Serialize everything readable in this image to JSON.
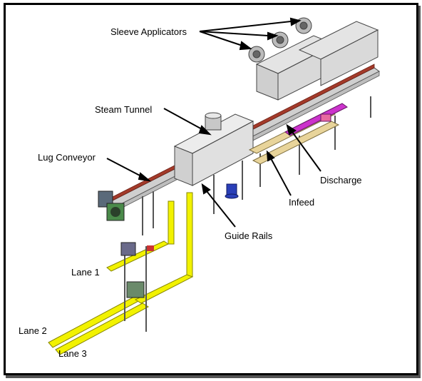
{
  "labels": {
    "sleeve_applicators": "Sleeve Applicators",
    "steam_tunnel": "Steam Tunnel",
    "lug_conveyor": "Lug Conveyor",
    "discharge": "Discharge",
    "infeed": "Infeed",
    "guide_rails": "Guide Rails",
    "lane1": "Lane 1",
    "lane2": "Lane 2",
    "lane3": "Lane 3"
  },
  "colors": {
    "frame": "#000000",
    "machine": "#d8d8d8",
    "machine_edge": "#444444",
    "rails": "#f2f200",
    "conveyor_red": "#a33a2a",
    "discharge_magenta": "#cc33cc",
    "infeed_tan": "#e8d49a",
    "motor_blue": "#2a3fb8"
  }
}
